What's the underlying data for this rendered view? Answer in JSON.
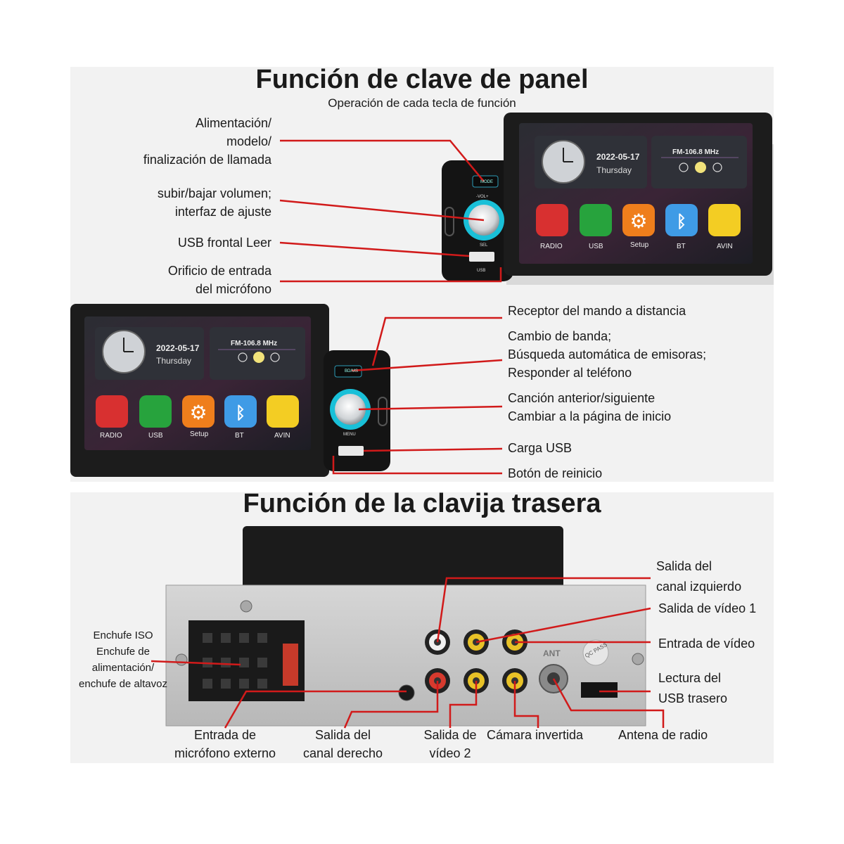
{
  "section1": {
    "title": "Función de clave de panel",
    "subtitle": "Operación de cada tecla de función"
  },
  "section2": {
    "title": "Función de la clavija trasera"
  },
  "screen": {
    "date": "2022-05-17",
    "day": "Thursday",
    "radio_freq": "FM-106.8  MHz",
    "apps": [
      "RADIO",
      "USB",
      "Setup",
      "BT",
      "AVIN"
    ]
  },
  "panel_top": {
    "mode_label": "MODE",
    "vol_label": "-VOL+",
    "sel_label": "SEL",
    "usb_label": "USB"
  },
  "panel_bottom": {
    "bd_label": "BD/MS",
    "menu_label": "MENU"
  },
  "labels_top": {
    "power": [
      "Alimentación/",
      "modelo/",
      "finalización de llamada"
    ],
    "volume": [
      "subir/bajar volumen;",
      "interfaz de ajuste"
    ],
    "usb_front": "USB frontal Leer",
    "mic": [
      "Orificio de entrada",
      "del micrófono"
    ]
  },
  "labels_mid": {
    "remote": "Receptor del mando a distancia",
    "band": [
      "Cambio de banda;",
      "Búsqueda automática de emisoras;",
      "Responder al teléfono"
    ],
    "song": [
      "Canción anterior/siguiente",
      "Cambiar a la página de inicio"
    ],
    "usb_charge": "Carga USB",
    "reset": "Botón de reinicio"
  },
  "labels_rear": {
    "iso": [
      "Enchufe ISO",
      "Enchufe de",
      "alimentación/",
      "enchufe de altavoz"
    ],
    "left_channel": [
      "Salida del",
      "canal izquierdo"
    ],
    "video_out1": "Salida de vídeo 1",
    "video_in": "Entrada de vídeo",
    "usb_rear": [
      "Lectura del",
      "USB trasero"
    ],
    "ext_mic": [
      "Entrada de",
      "micrófono externo"
    ],
    "right_channel": [
      "Salida del",
      "canal derecho"
    ],
    "video_out2": [
      "Salida de",
      "vídeo 2"
    ],
    "camera": "Cámara invertida",
    "antenna": "Antena de radio",
    "pass_sticker": "QC PASS",
    "ant_label": "ANT"
  },
  "colors": {
    "line_red": "#d11a1a",
    "unit_black": "#1c1c1c",
    "knob_cyan": "#19c0d8",
    "rca_yellow": "#e8c227",
    "rca_red": "#d63a2e"
  },
  "icons": [
    "radio-icon",
    "usb-icon",
    "gear-icon",
    "bluetooth-icon",
    "avin-icon",
    "clock-icon"
  ]
}
